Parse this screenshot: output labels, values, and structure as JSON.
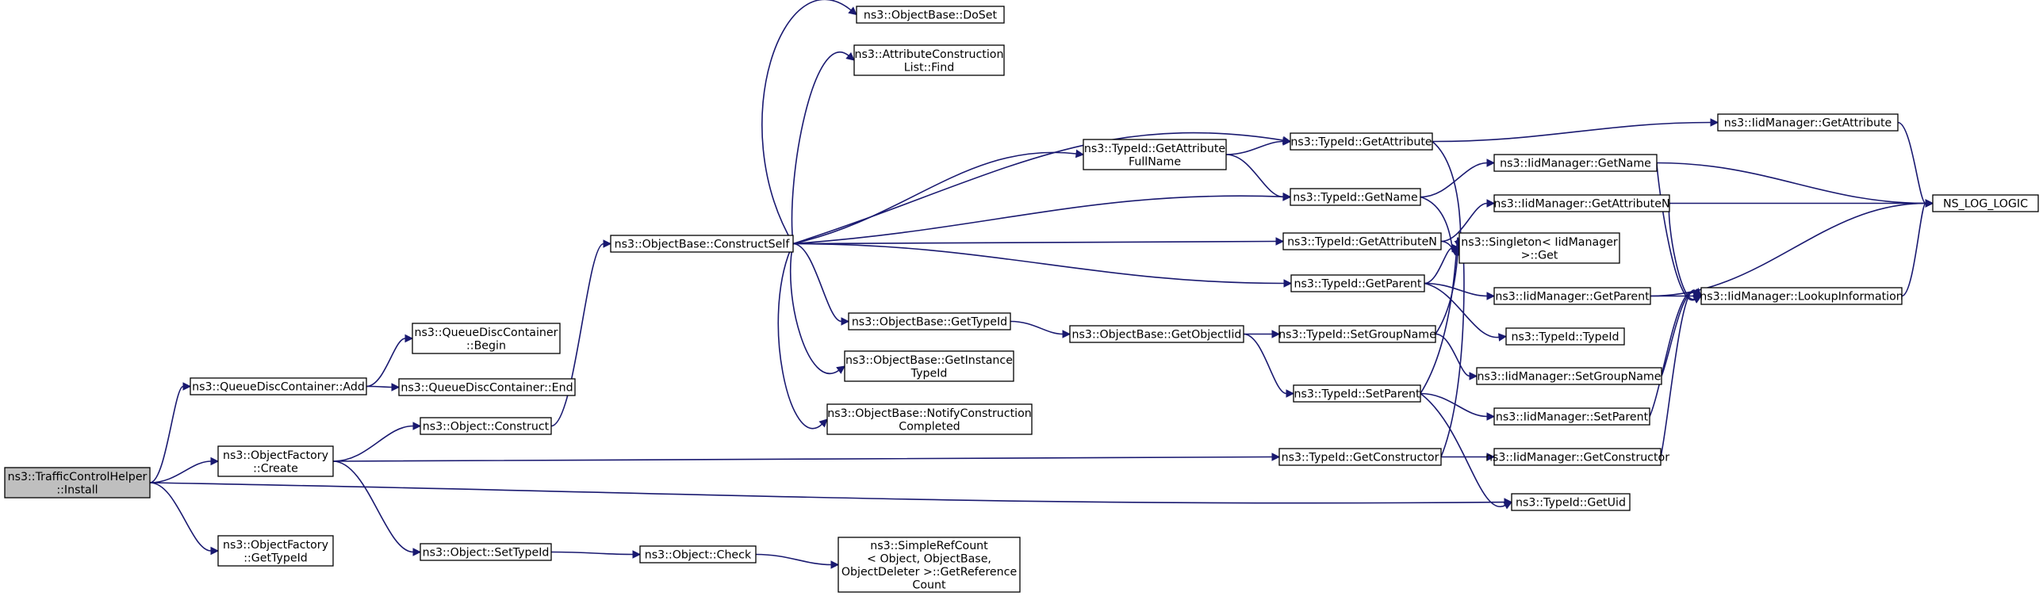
{
  "colors": {
    "edge": "#191970",
    "root_fill": "#bfbfbf",
    "node_fill": "#ffffff",
    "node_border": "#000000"
  },
  "nodes": {
    "tch_install": {
      "lines": [
        "ns3::TrafficControlHelper",
        "::Install"
      ]
    },
    "qdc_add": {
      "lines": [
        "ns3::QueueDiscContainer::Add"
      ]
    },
    "qdc_begin": {
      "lines": [
        "ns3::QueueDiscContainer",
        "::Begin"
      ]
    },
    "qdc_end": {
      "lines": [
        "ns3::QueueDiscContainer::End"
      ]
    },
    "of_create": {
      "lines": [
        "ns3::ObjectFactory",
        "::Create"
      ]
    },
    "of_gettypeid": {
      "lines": [
        "ns3::ObjectFactory",
        "::GetTypeId"
      ]
    },
    "obj_construct": {
      "lines": [
        "ns3::Object::Construct"
      ]
    },
    "obj_settypeid": {
      "lines": [
        "ns3::Object::SetTypeId"
      ]
    },
    "obj_check": {
      "lines": [
        "ns3::Object::Check"
      ]
    },
    "src_getref": {
      "lines": [
        "ns3::SimpleRefCount",
        "< Object, ObjectBase,",
        " ObjectDeleter >::GetReference",
        "Count"
      ]
    },
    "ob_constructself": {
      "lines": [
        "ns3::ObjectBase::ConstructSelf"
      ]
    },
    "ob_doset": {
      "lines": [
        "ns3::ObjectBase::DoSet"
      ]
    },
    "acl_find": {
      "lines": [
        "ns3::AttributeConstruction",
        "List::Find"
      ]
    },
    "ob_gettypeid": {
      "lines": [
        "ns3::ObjectBase::GetTypeId"
      ]
    },
    "ob_getinstance": {
      "lines": [
        "ns3::ObjectBase::GetInstance",
        "TypeId"
      ]
    },
    "ob_notify": {
      "lines": [
        "ns3::ObjectBase::NotifyConstruction",
        "Completed"
      ]
    },
    "ob_getobjectiid": {
      "lines": [
        "ns3::ObjectBase::GetObjectIid"
      ]
    },
    "tid_getattrfull": {
      "lines": [
        "ns3::TypeId::GetAttribute",
        "FullName"
      ]
    },
    "tid_getattribute": {
      "lines": [
        "ns3::TypeId::GetAttribute"
      ]
    },
    "tid_getname": {
      "lines": [
        "ns3::TypeId::GetName"
      ]
    },
    "tid_getattrn": {
      "lines": [
        "ns3::TypeId::GetAttributeN"
      ]
    },
    "tid_getparent": {
      "lines": [
        "ns3::TypeId::GetParent"
      ]
    },
    "tid_setgroupname": {
      "lines": [
        "ns3::TypeId::SetGroupName"
      ]
    },
    "tid_setparent": {
      "lines": [
        "ns3::TypeId::SetParent"
      ]
    },
    "tid_getconstructor": {
      "lines": [
        "ns3::TypeId::GetConstructor"
      ]
    },
    "tid_typeid": {
      "lines": [
        "ns3::TypeId::TypeId"
      ]
    },
    "tid_getuid": {
      "lines": [
        "ns3::TypeId::GetUid"
      ]
    },
    "singleton_get": {
      "lines": [
        "ns3::Singleton< IidManager",
        " >::Get"
      ]
    },
    "iid_getattribute": {
      "lines": [
        "ns3::IidManager::GetAttribute"
      ]
    },
    "iid_getname": {
      "lines": [
        "ns3::IidManager::GetName"
      ]
    },
    "iid_getattrn": {
      "lines": [
        "ns3::IidManager::GetAttributeN"
      ]
    },
    "iid_getparent": {
      "lines": [
        "ns3::IidManager::GetParent"
      ]
    },
    "iid_setgroupname": {
      "lines": [
        "ns3::IidManager::SetGroupName"
      ]
    },
    "iid_setparent": {
      "lines": [
        "ns3::IidManager::SetParent"
      ]
    },
    "iid_getconstructor": {
      "lines": [
        "ns3::IidManager::GetConstructor"
      ]
    },
    "iid_lookup": {
      "lines": [
        "ns3::IidManager::LookupInformation"
      ]
    },
    "ns_log_logic": {
      "lines": [
        "NS_LOG_LOGIC"
      ]
    }
  },
  "edges": [
    [
      "tch_install",
      "qdc_add"
    ],
    [
      "tch_install",
      "of_create"
    ],
    [
      "tch_install",
      "of_gettypeid"
    ],
    [
      "tch_install",
      "tid_getuid"
    ],
    [
      "qdc_add",
      "qdc_begin"
    ],
    [
      "qdc_add",
      "qdc_end"
    ],
    [
      "of_create",
      "obj_construct"
    ],
    [
      "of_create",
      "obj_settypeid"
    ],
    [
      "of_create",
      "tid_getconstructor"
    ],
    [
      "obj_construct",
      "ob_constructself"
    ],
    [
      "obj_settypeid",
      "obj_check"
    ],
    [
      "obj_check",
      "src_getref"
    ],
    [
      "ob_constructself",
      "ob_doset"
    ],
    [
      "ob_constructself",
      "acl_find"
    ],
    [
      "ob_constructself",
      "tid_getattribute"
    ],
    [
      "ob_constructself",
      "tid_getattrfull"
    ],
    [
      "ob_constructself",
      "tid_getname"
    ],
    [
      "ob_constructself",
      "tid_getattrn"
    ],
    [
      "ob_constructself",
      "tid_getparent"
    ],
    [
      "ob_constructself",
      "ob_gettypeid"
    ],
    [
      "ob_constructself",
      "ob_getinstance"
    ],
    [
      "ob_constructself",
      "ob_notify"
    ],
    [
      "ob_gettypeid",
      "ob_getobjectiid"
    ],
    [
      "ob_getobjectiid",
      "tid_setgroupname"
    ],
    [
      "ob_getobjectiid",
      "tid_setparent"
    ],
    [
      "tid_getattrfull",
      "tid_getattribute"
    ],
    [
      "tid_getattrfull",
      "tid_getname"
    ],
    [
      "tid_getattribute",
      "iid_getattribute"
    ],
    [
      "tid_getattribute",
      "singleton_get"
    ],
    [
      "tid_getname",
      "iid_getname"
    ],
    [
      "tid_getname",
      "singleton_get"
    ],
    [
      "tid_getattrn",
      "iid_getattrn"
    ],
    [
      "tid_getattrn",
      "singleton_get"
    ],
    [
      "tid_getparent",
      "iid_getparent"
    ],
    [
      "tid_getparent",
      "singleton_get"
    ],
    [
      "tid_getparent",
      "tid_typeid"
    ],
    [
      "tid_setgroupname",
      "iid_setgroupname"
    ],
    [
      "tid_setgroupname",
      "singleton_get"
    ],
    [
      "tid_setparent",
      "iid_setparent"
    ],
    [
      "tid_setparent",
      "singleton_get"
    ],
    [
      "tid_setparent",
      "tid_getuid"
    ],
    [
      "tid_getconstructor",
      "iid_getconstructor"
    ],
    [
      "tid_getconstructor",
      "singleton_get"
    ],
    [
      "iid_getattribute",
      "ns_log_logic"
    ],
    [
      "iid_getname",
      "ns_log_logic"
    ],
    [
      "iid_getname",
      "iid_lookup"
    ],
    [
      "iid_getattrn",
      "ns_log_logic"
    ],
    [
      "iid_getattrn",
      "iid_lookup"
    ],
    [
      "iid_getparent",
      "ns_log_logic"
    ],
    [
      "iid_getparent",
      "iid_lookup"
    ],
    [
      "iid_setgroupname",
      "iid_lookup"
    ],
    [
      "iid_setparent",
      "iid_lookup"
    ],
    [
      "iid_getconstructor",
      "iid_lookup"
    ],
    [
      "iid_lookup",
      "ns_log_logic"
    ]
  ]
}
